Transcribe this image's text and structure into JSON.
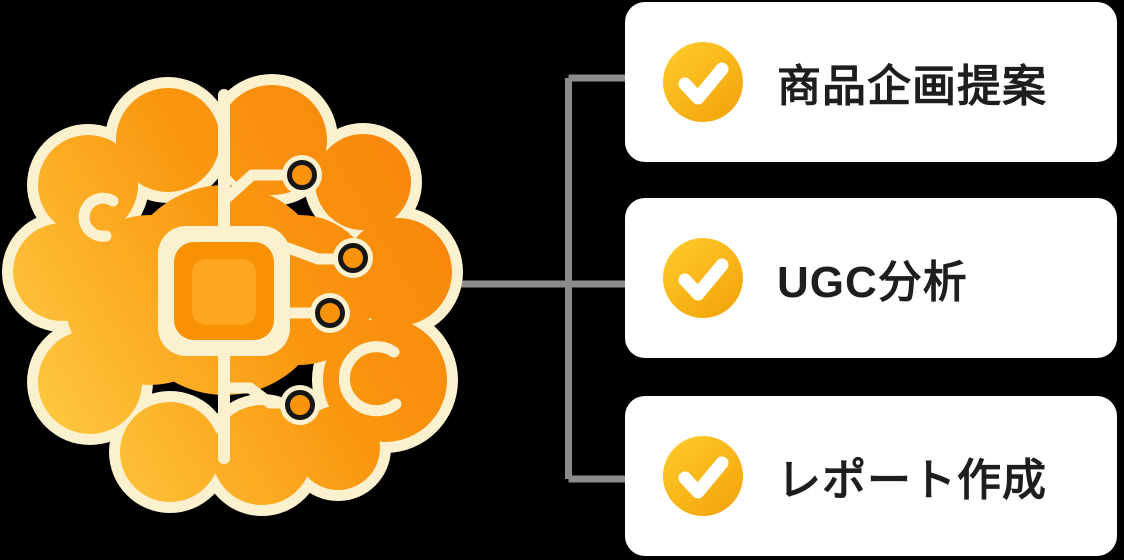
{
  "canvas": {
    "background": "#000000"
  },
  "illustration": {
    "name": "ai-brain-chip",
    "outline_color": "#FBF1CF",
    "gradient_start": "#FECB43",
    "gradient_mid": "#FA960D",
    "gradient_end": "#F8870C",
    "chip_inner_color": "#FFA51F",
    "chip_mid_color": "#F89104",
    "node_ring_color": "#161616",
    "node_fill_color": "#F8930A",
    "connector_color": "#8C8C8C"
  },
  "features": {
    "card_background": "#FFFFFF",
    "text_color": "#1E1E1E",
    "check_color": "#FFFFFF",
    "check_gradient_start": "#FFC929",
    "check_gradient_end": "#F2A40A",
    "items": [
      {
        "label": "商品企画提案"
      },
      {
        "label": "UGC分析"
      },
      {
        "label": "レポート作成"
      }
    ]
  }
}
